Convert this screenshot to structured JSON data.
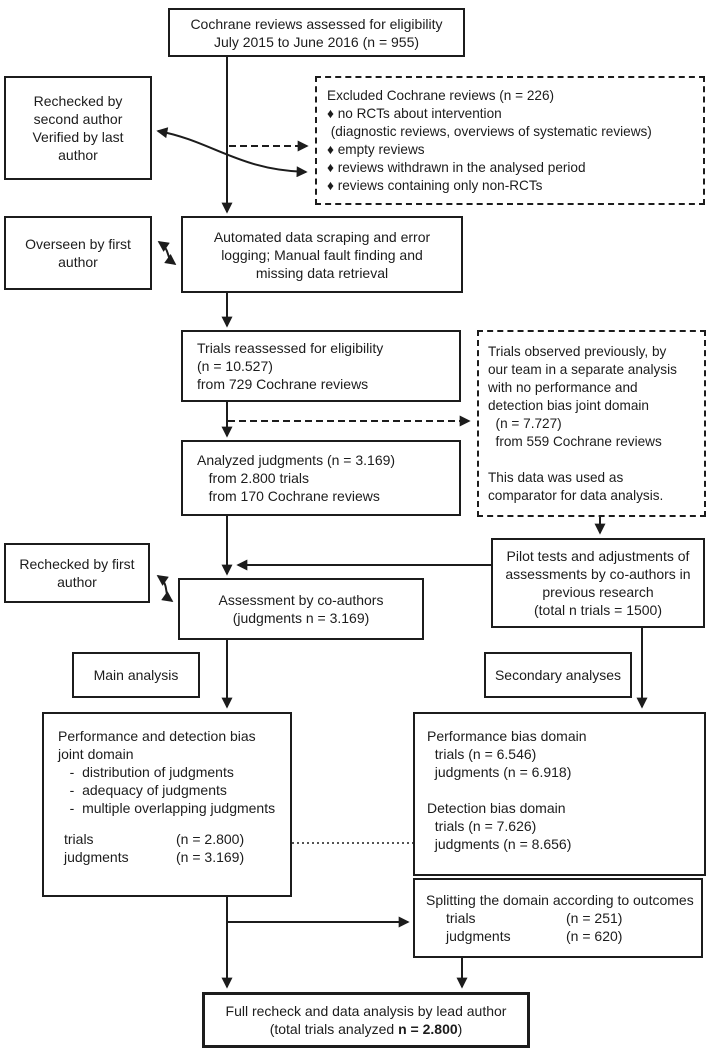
{
  "diagram": {
    "colors": {
      "ink": "#1c1c1c",
      "background": "#ffffff"
    },
    "boxes": {
      "eligibility": {
        "text": "Cochrane reviews assessed for eligibility\nJuly 2015 to June 2016 (n = 955)"
      },
      "rechecked_second": {
        "text": "Rechecked by\nsecond author\nVerified by last\nauthor"
      },
      "excluded": {
        "text": "Excluded Cochrane reviews (n = 226)\n♦ no RCTs about intervention\n (diagnostic reviews, overviews of systematic reviews)\n♦ empty reviews\n♦ reviews withdrawn in the analysed period\n♦ reviews containing only non-RCTs"
      },
      "overseen": {
        "text": "Overseen by first\nauthor"
      },
      "automated": {
        "text": "Automated data scraping and error\nlogging; Manual fault finding and\nmissing data retrieval"
      },
      "trials_reassessed": {
        "text": "Trials reassessed for eligibility\n(n = 10.527)\nfrom 729 Cochrane reviews"
      },
      "observed": {
        "text": "Trials observed previously, by\nour team in a separate analysis\nwith no performance and\ndetection bias joint domain\n  (n = 7.727)\n  from 559 Cochrane reviews\n\nThis data was used as\ncomparator for data analysis."
      },
      "analyzed": {
        "text": "Analyzed judgments (n = 3.169)\n   from 2.800 trials\n   from 170 Cochrane reviews"
      },
      "rechecked_first": {
        "text": "Rechecked by first\nauthor"
      },
      "assessment": {
        "text": "Assessment by co-authors\n(judgments n = 3.169)"
      },
      "pilot": {
        "text": "Pilot tests and adjustments of\nassessments by co-authors in\nprevious research\n(total n trials = 1500)"
      },
      "main_analysis": {
        "label": "Main analysis"
      },
      "secondary_analyses": {
        "label": "Secondary analyses"
      },
      "joint_domain": {
        "text": "Performance and detection bias\njoint domain\n   -  distribution of judgments\n   -  adequacy of judgments\n   -  multiple overlapping judgments",
        "rows": [
          {
            "label": "trials",
            "value": "(n = 2.800)"
          },
          {
            "label": "judgments",
            "value": "(n = 3.169)"
          }
        ]
      },
      "bias_domains": {
        "text": "Performance bias domain\n  trials (n = 6.546)\n  judgments (n = 6.918)\n\nDetection bias domain\n  trials (n = 7.626)\n  judgments (n = 8.656)"
      },
      "splitting": {
        "title": "Splitting the domain according to outcomes",
        "rows": [
          {
            "label": "trials",
            "value": "(n = 251)"
          },
          {
            "label": "judgments",
            "value": "(n = 620)"
          }
        ]
      },
      "full_recheck": {
        "line1": "Full recheck and data analysis by lead author",
        "line2_prefix": "(total trials analyzed ",
        "line2_bold": "n = 2.800",
        "line2_suffix": ")"
      }
    }
  }
}
